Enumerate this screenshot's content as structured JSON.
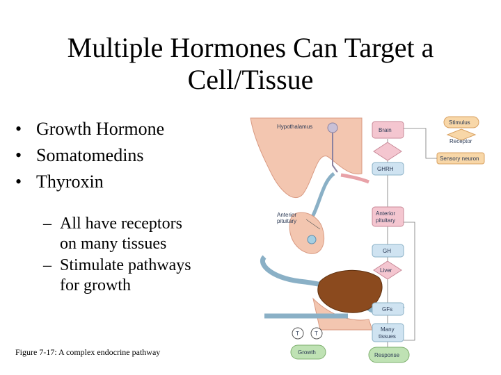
{
  "slide": {
    "title_line1": "Multiple Hormones Can Target a",
    "title_line2": "Cell/Tissue",
    "bullets": [
      {
        "marker": "•",
        "text": "Growth Hormone"
      },
      {
        "marker": "•",
        "text": "Somatomedins"
      },
      {
        "marker": "•",
        "text": "Thyroxin"
      }
    ],
    "sub_bullets": [
      {
        "marker": "–",
        "line1": "All have receptors",
        "line2": "on many tissues"
      },
      {
        "marker": "–",
        "line1": "Stimulate pathways",
        "line2": "for growth"
      }
    ],
    "caption": "Figure 7-17: A complex endocrine pathway"
  },
  "figure": {
    "anatomy_labels": {
      "hypothalamus": "Hypothalamus",
      "anterior_pituitary_line1": "Anterior",
      "anterior_pituitary_line2": "pituitary",
      "target_cell": "T"
    },
    "flow": {
      "brain": "Brain",
      "ghrh": "GHRH",
      "anterior_pituitary_line1": "Anterior",
      "anterior_pituitary_line2": "pituitary",
      "gh": "GH",
      "liver": "Liver",
      "gfs": "GFs",
      "many_tissues_line1": "Many",
      "many_tissues_line2": "tissues",
      "growth": "Growth",
      "response": "Response"
    },
    "legend": {
      "stimulus": "Stimulus",
      "receptor": "Receptor",
      "sensory_neuron": "Sensory neuron"
    },
    "colors": {
      "brain": "#f3c6b0",
      "liver": "#8b4a1e",
      "vessel": "#8ab0c6",
      "neuron": "#5d8fb0",
      "box_pink": "#f4c6d0",
      "box_blue": "#cfe3f1",
      "box_green": "#bfe2b4",
      "legend_orange": "#f8d7a8"
    }
  }
}
